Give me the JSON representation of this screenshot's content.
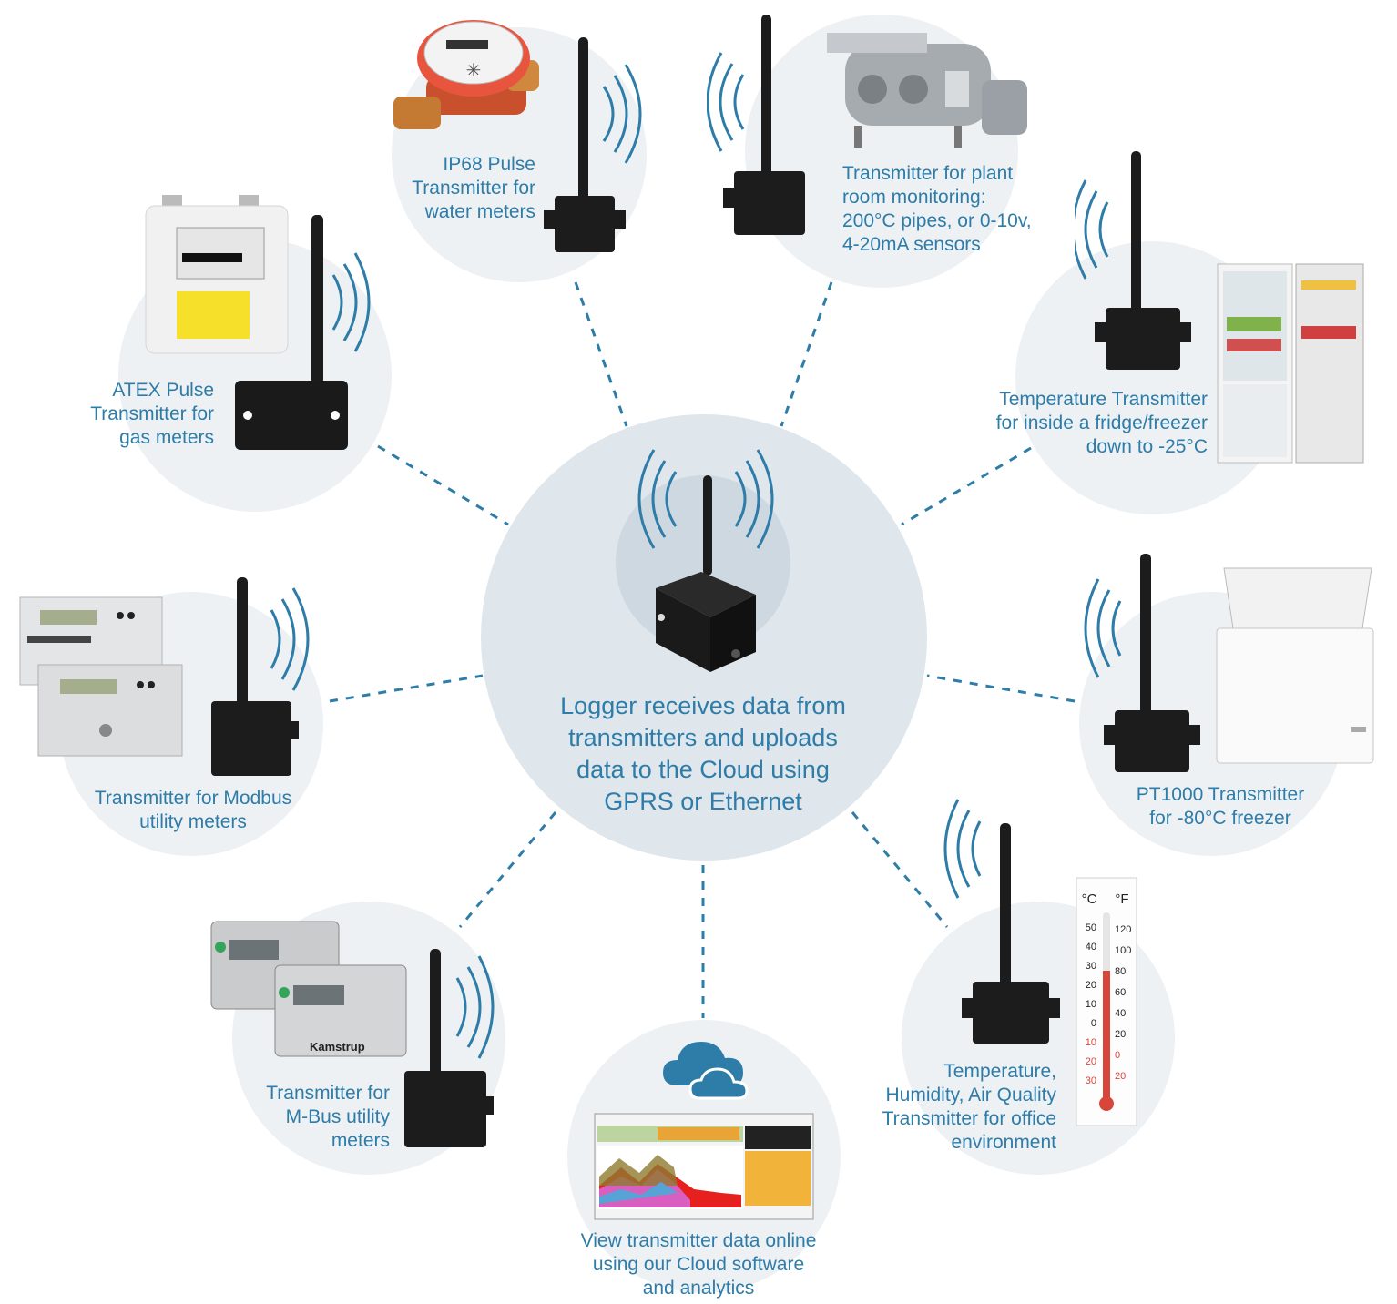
{
  "hub": {
    "label": "Logger receives data from\ntransmitters and uploads\ndata to the Cloud using\nGPRS or Ethernet"
  },
  "nodes": {
    "water": {
      "label": "IP68 Pulse\nTransmitter for\nwater meters"
    },
    "plant": {
      "label": "Transmitter for plant\nroom monitoring:\n200°C pipes, or 0-10v,\n4-20mA sensors"
    },
    "gas": {
      "label": "ATEX Pulse\nTransmitter for\ngas meters"
    },
    "fridge": {
      "label": "Temperature Transmitter\nfor inside a fridge/freezer\ndown to -25°C"
    },
    "modbus": {
      "label": "Transmitter for Modbus\nutility meters"
    },
    "freezer": {
      "label": "PT1000 Transmitter\nfor -80°C freezer"
    },
    "mbus": {
      "label": "Transmitter for\nM-Bus utility\nmeters",
      "brand": "Kamstrup"
    },
    "office": {
      "label": "Temperature,\nHumidity, Air Quality\nTransmitter for office\nenvironment"
    },
    "cloud": {
      "label": "View transmitter data online\nusing our Cloud software\nand analytics"
    }
  },
  "thermometer": {
    "c_unit": "°C",
    "f_unit": "°F",
    "c_ticks": [
      "50",
      "40",
      "30",
      "20",
      "10",
      "0",
      "10",
      "20",
      "30"
    ],
    "f_ticks": [
      "120",
      "100",
      "80",
      "60",
      "40",
      "20",
      "0",
      "20"
    ]
  },
  "colors": {
    "accent": "#2e7ca8",
    "circle": "#edf1f4",
    "hub": "#dfe6ec",
    "device": "#1c1c1c"
  }
}
